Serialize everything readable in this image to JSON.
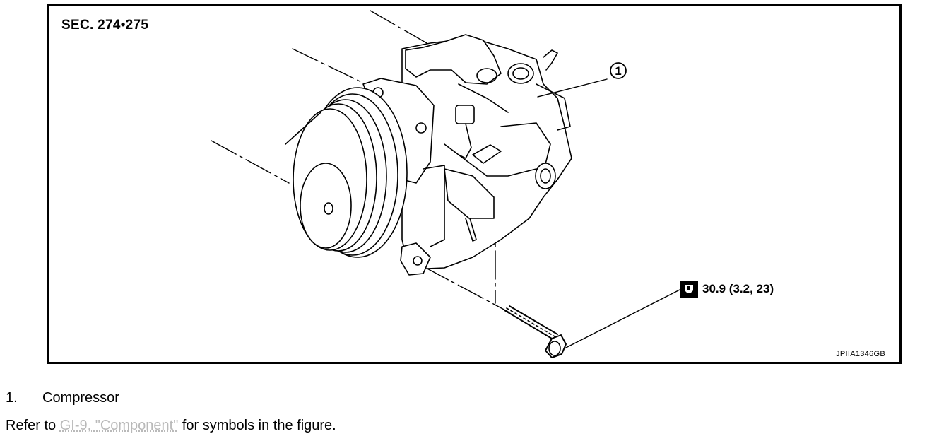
{
  "figure": {
    "section_label": "SEC. 274•275",
    "callout_number": "1",
    "torque_value": "30.9 (3.2, 23)",
    "torque_icon": "tightening-torque-wrench-icon",
    "figure_code": "JPIIA1346GB"
  },
  "legend": {
    "items": [
      {
        "number": "1.",
        "label": "Compressor"
      }
    ]
  },
  "reference": {
    "prefix": "Refer to ",
    "link_text": "GI-9, \"Component\"",
    "suffix": " for symbols in the figure."
  }
}
